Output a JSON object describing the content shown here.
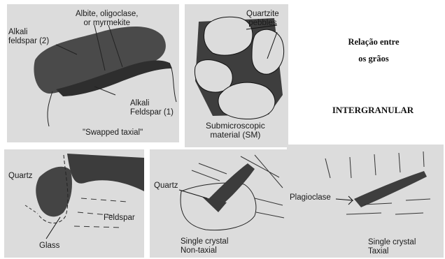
{
  "panel1": {
    "label_albite": "Albite, oligoclase,",
    "label_albite2": "or myrmekite",
    "label_alkali2_a": "Alkali",
    "label_alkali2_b": "feldspar (2)",
    "label_alkali1_a": "Alkali",
    "label_alkali1_b": "Feldspar (1)",
    "caption": "\"Swapped taxial\""
  },
  "panel2": {
    "label_pebbles_a": "Quartzite",
    "label_pebbles_b": "pebbles",
    "caption_a": "Submicroscopic",
    "caption_b": "material (SM)"
  },
  "side_text": {
    "title_a": "Relação entre",
    "title_b": "os grãos",
    "heading": "INTERGRANULAR"
  },
  "panel3": {
    "label_quartz": "Quartz",
    "label_feldspar": "Feldspar",
    "label_glass": "Glass"
  },
  "panel4": {
    "label_quartz": "Quartz",
    "caption_a": "Single crystal",
    "caption_b": "Non-taxial"
  },
  "panel5": {
    "label_plagioclase": "Plagioclase",
    "caption_a": "Single crystal",
    "caption_b": "Taxial"
  }
}
